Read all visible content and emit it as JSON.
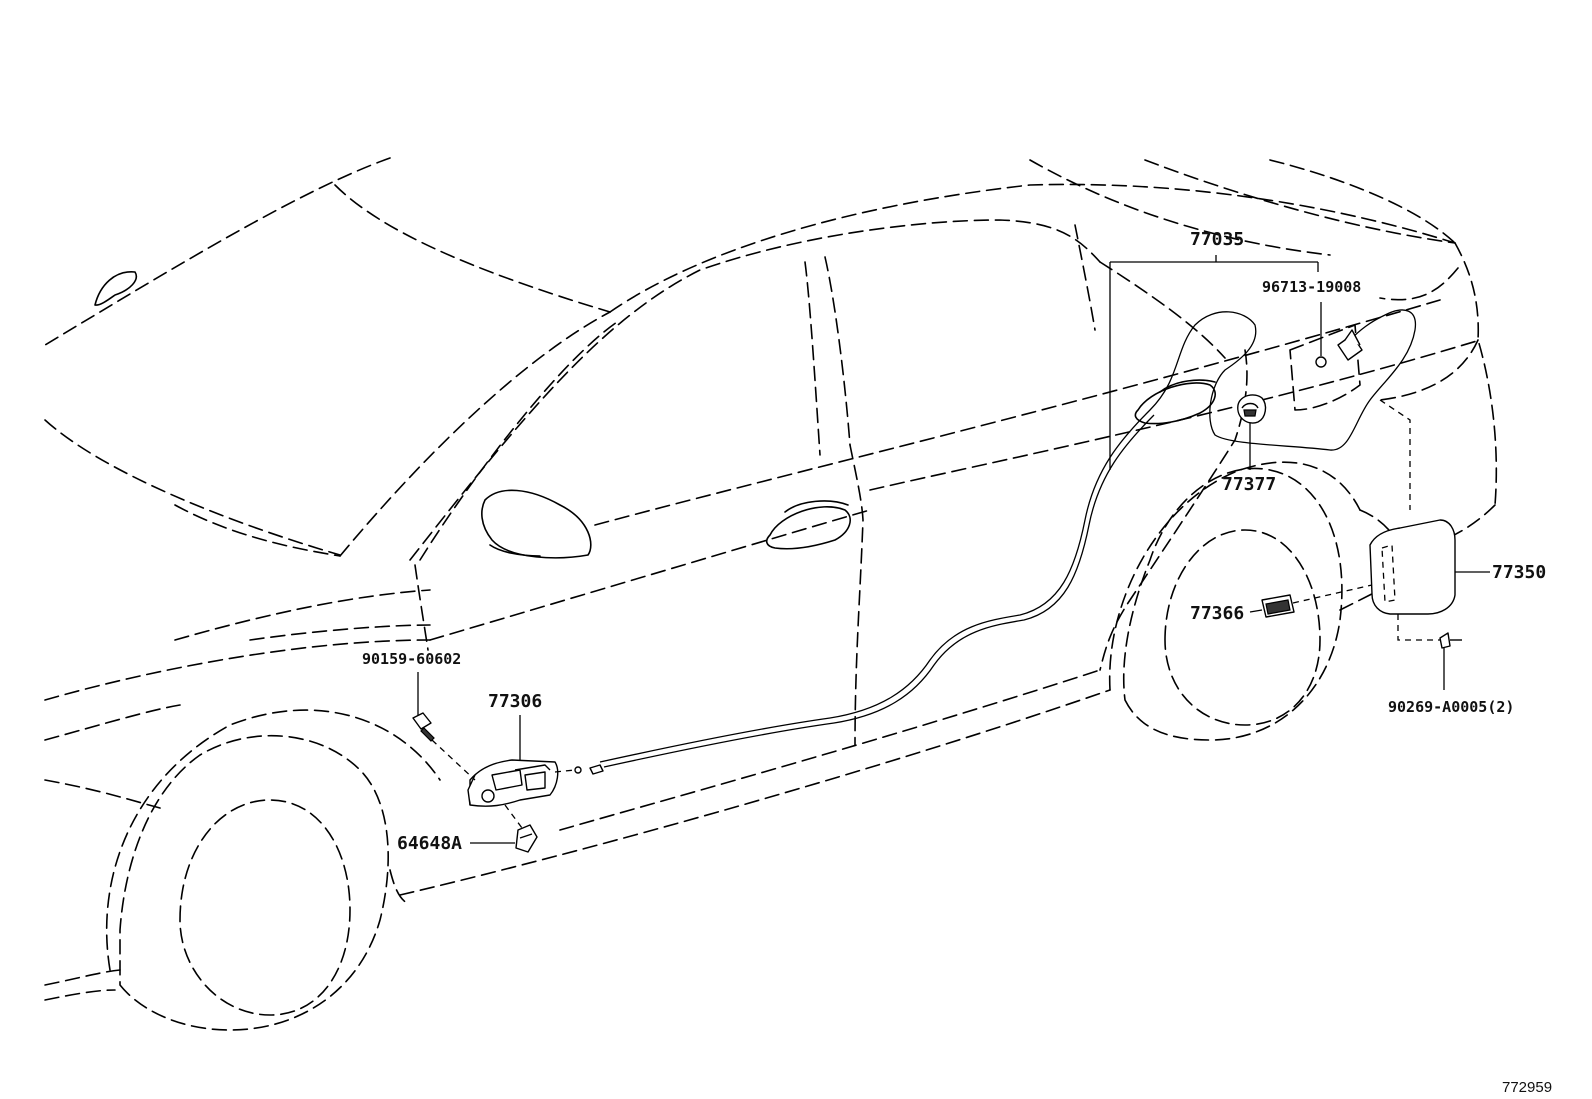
{
  "diagram": {
    "figure_id": "772959",
    "parts": [
      {
        "key": "p77035",
        "number": "77035"
      },
      {
        "key": "p96713",
        "number": "96713-19008"
      },
      {
        "key": "p77377",
        "number": "77377"
      },
      {
        "key": "p77350",
        "number": "77350"
      },
      {
        "key": "p77366",
        "number": "77366"
      },
      {
        "key": "p90269",
        "number": "90269-A0005(2)"
      },
      {
        "key": "p90159",
        "number": "90159-60602"
      },
      {
        "key": "p77306",
        "number": "77306"
      },
      {
        "key": "p64648",
        "number": "64648A"
      }
    ]
  }
}
